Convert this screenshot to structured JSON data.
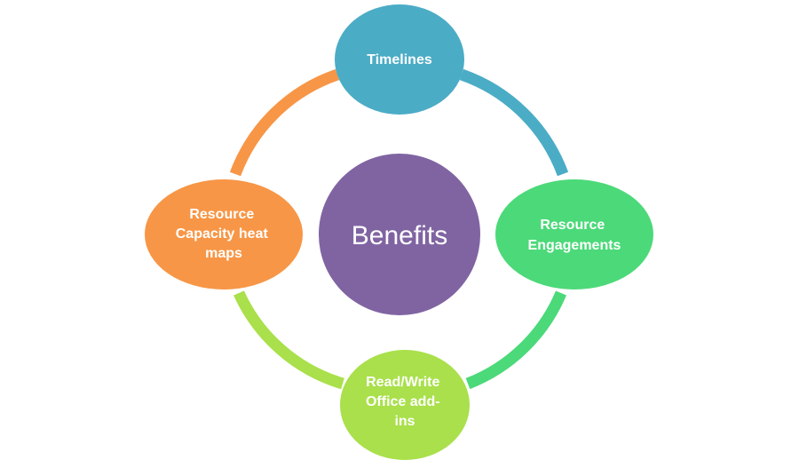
{
  "diagram": {
    "center": {
      "label": "Benefits",
      "color": "#8064a2"
    },
    "nodes": [
      {
        "id": "timelines",
        "lines": [
          "Timelines"
        ],
        "color": "#4bacc6"
      },
      {
        "id": "resource-engagements",
        "lines": [
          "Resource",
          "Engagements"
        ],
        "color": "#4cd979"
      },
      {
        "id": "read-write-office-add-ins",
        "lines": [
          "Read/Write",
          "Office add-",
          "ins"
        ],
        "color": "#a9e04b"
      },
      {
        "id": "resource-capacity-heat-maps",
        "lines": [
          "Resource",
          "Capacity heat",
          "maps"
        ],
        "color": "#f79646"
      }
    ],
    "arcs": [
      {
        "from": "timelines",
        "to": "resource-engagements",
        "color": "#4bacc6"
      },
      {
        "from": "resource-engagements",
        "to": "read-write-office-add-ins",
        "color": "#4cd979"
      },
      {
        "from": "read-write-office-add-ins",
        "to": "resource-capacity-heat-maps",
        "color": "#a9e04b"
      },
      {
        "from": "resource-capacity-heat-maps",
        "to": "timelines",
        "color": "#f79646"
      }
    ]
  }
}
